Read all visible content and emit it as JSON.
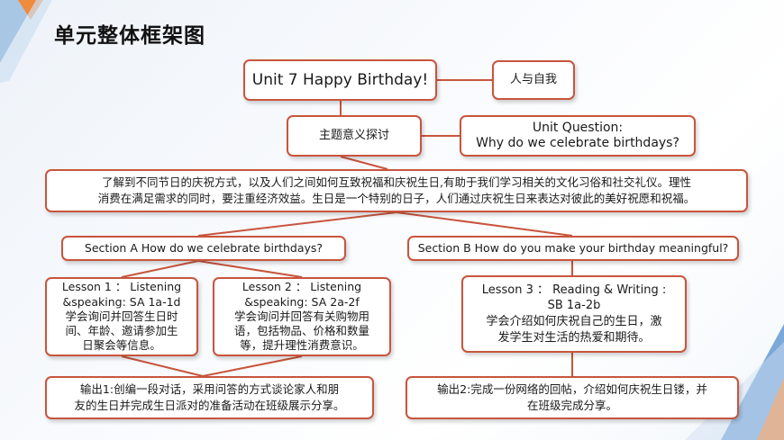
{
  "page": {
    "title": "单元整体框架图"
  },
  "diagram": {
    "unit_title": "Unit 7 Happy Birthday!",
    "theme_category": "人与自我",
    "topic_label": "主题意义探讨",
    "unit_question": {
      "label": "Unit Question:",
      "question": "Why do we celebrate birthdays?"
    },
    "meaning": {
      "line1": "了解到不同节日的庆祝方式，以及人们之间如何互致祝福和庆祝生日,有助于我们学习相关的文化习俗和社交礼仪。理性",
      "line2": "消费在满足需求的同时，要注重经济效益。生日是一个特别的日子，人们通过庆祝生日来表达对彼此的美好祝愿和祝福。"
    },
    "section_a": {
      "title": "Section A How do we celebrate birthdays?",
      "lesson1": {
        "line1": "Lesson 1 ：  Listening",
        "line2": "&speaking: SA 1a-1d",
        "line3": "学会询问并回答生日时",
        "line4": "间、年龄、邀请参加生",
        "line5": "日聚会等信息。"
      },
      "lesson2": {
        "line1": "Lesson 2 ：  Listening",
        "line2": "&speaking: SA 2a-2f",
        "line3": "学会询问并回答有关购物用",
        "line4": "语，包括物品、价格和数量",
        "line5": "等，提升理性消费意识。"
      },
      "output": {
        "line1": "输出1:创编一段对话，采用问答的方式谈论家人和朋",
        "line2": "友的生日并完成生日派对的准备活动在班级展示分享。"
      }
    },
    "section_b": {
      "title": "Section B How do you make your birthday meaningful?",
      "lesson3": {
        "line1": "Lesson 3 ：   Reading & Writing :",
        "line2": "SB 1a-2b",
        "line3": "学会介绍如何庆祝自己的生日，激",
        "line4": "发学生对生活的热爱和期待。"
      },
      "output": {
        "line1": "输出2:完成一份网络的回帖，介绍如何庆祝生日镂，并",
        "line2": "在班级完成分享。"
      }
    }
  },
  "colors": {
    "border": "#c8553d",
    "accent_blue": "#2f74b5",
    "accent_orange": "#f08a3c"
  }
}
